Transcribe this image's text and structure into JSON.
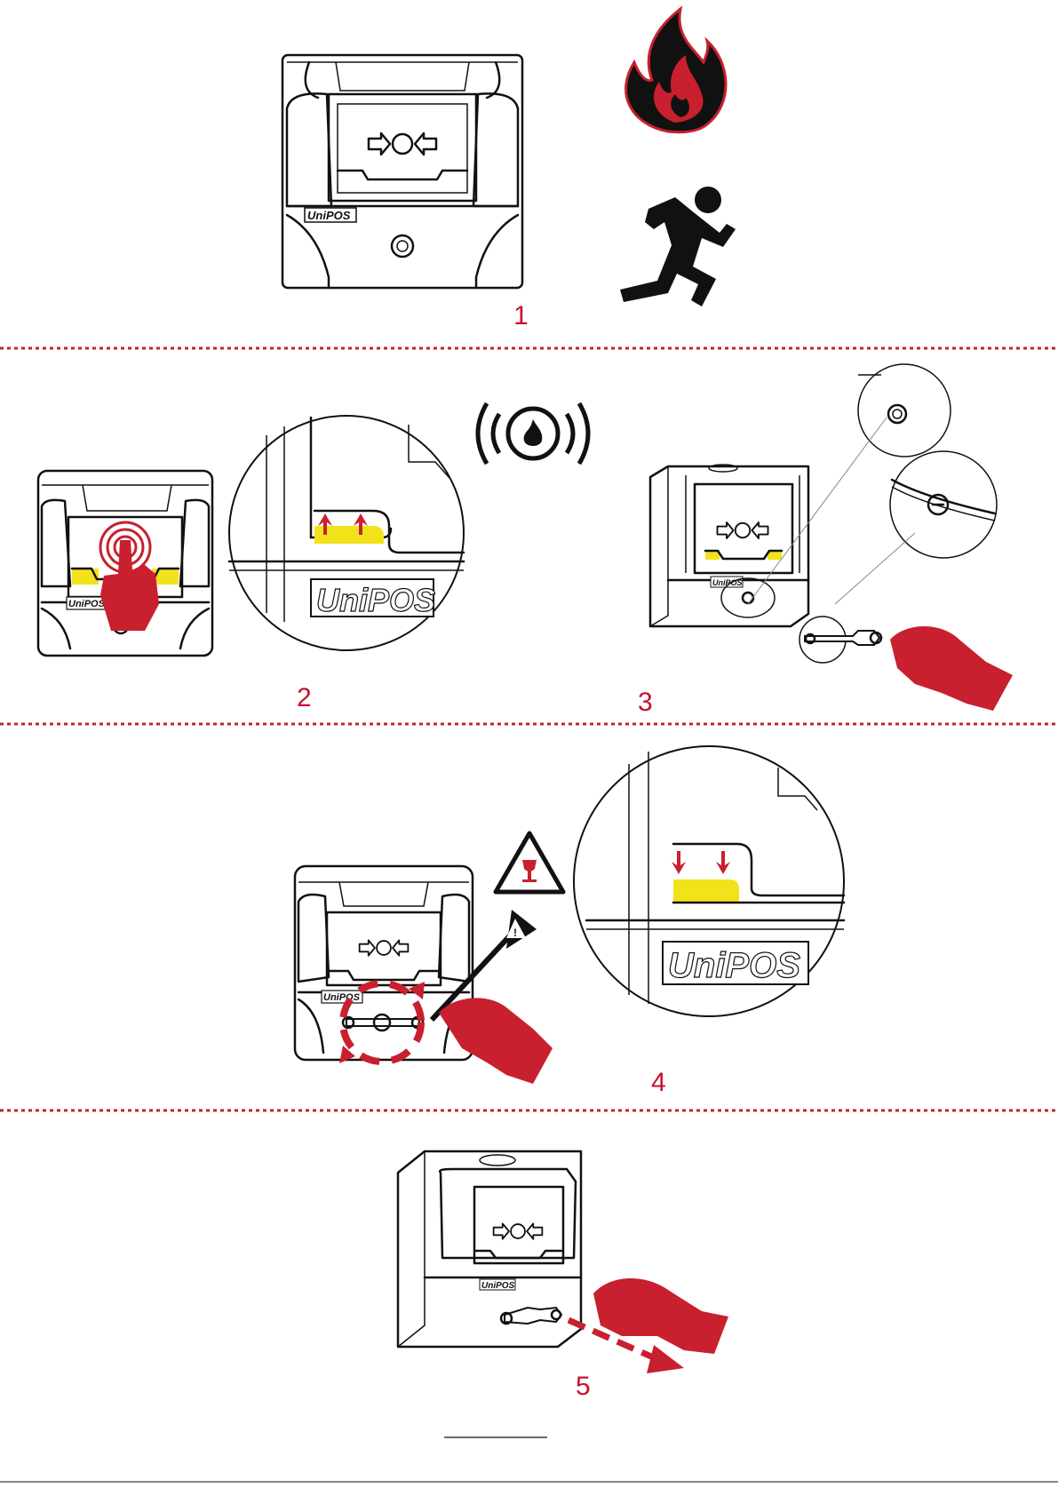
{
  "brand": "UniPOS",
  "steps": [
    {
      "number": "1"
    },
    {
      "number": "2"
    },
    {
      "number": "3"
    },
    {
      "number": "4"
    },
    {
      "number": "5"
    }
  ],
  "icons": [
    "fire-icon",
    "running-person-icon",
    "fire-alarm-icon",
    "press-hand-icon",
    "key-icon",
    "fragile-glass-warning-icon",
    "hazard-warning-icon",
    "pull-hand-icon"
  ],
  "colors": {
    "accent": "#c8202e",
    "indicator": "#f2e21a",
    "line": "#111111"
  }
}
